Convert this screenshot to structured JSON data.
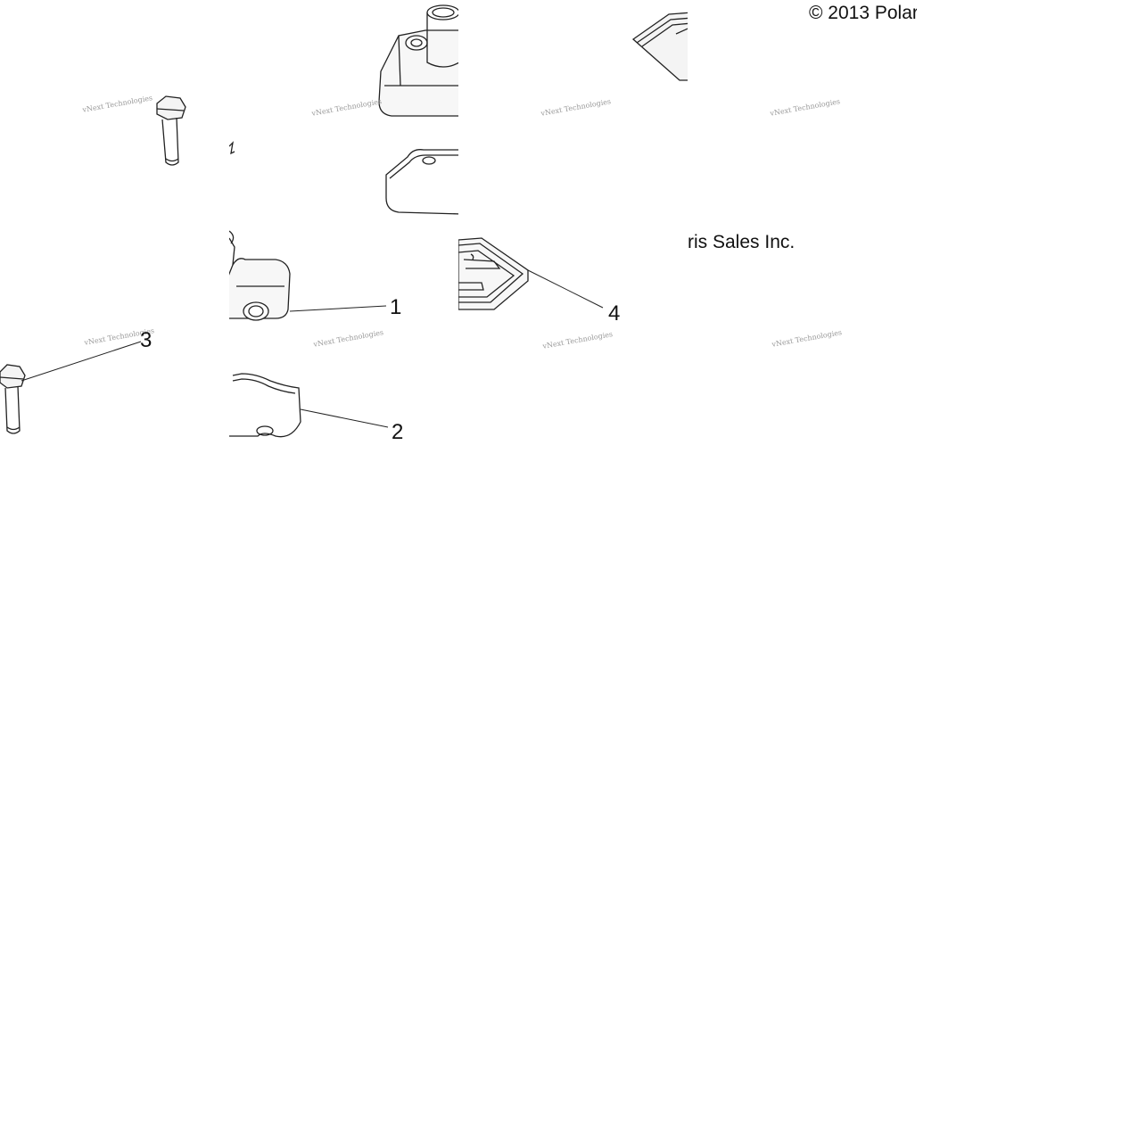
{
  "copyright_part_1": "© 2013 Polar",
  "copyright_part_2": "ris Sales Inc.",
  "watermark": "vNext Technologies",
  "callouts": [
    "1",
    "2",
    "3",
    "4"
  ],
  "colors": {
    "line": "#222222",
    "watermark": "#9a9a9a",
    "background": "#ffffff"
  }
}
